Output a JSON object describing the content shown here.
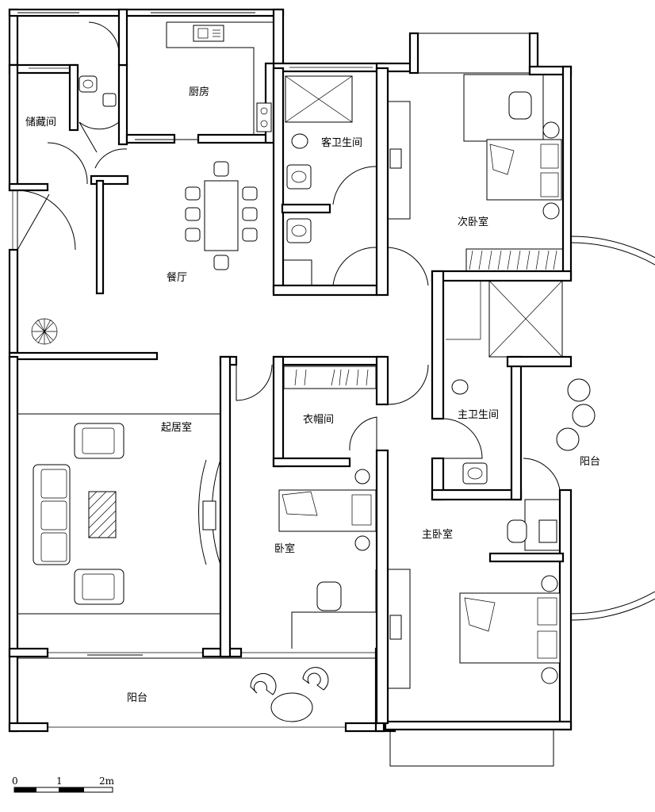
{
  "rooms": {
    "storage": "储藏间",
    "kitchen": "厨房",
    "guest_bath": "客卫生间",
    "second_bedroom": "次卧室",
    "dining": "餐厅",
    "living": "起居室",
    "closet": "衣帽间",
    "master_bath": "主卫生间",
    "east_balcony": "阳台",
    "master_bedroom": "主卧室",
    "bedroom": "卧室",
    "south_balcony": "阳台"
  },
  "scale_bar": {
    "tick_0": "0",
    "tick_1": "1",
    "tick_2": "2m"
  }
}
